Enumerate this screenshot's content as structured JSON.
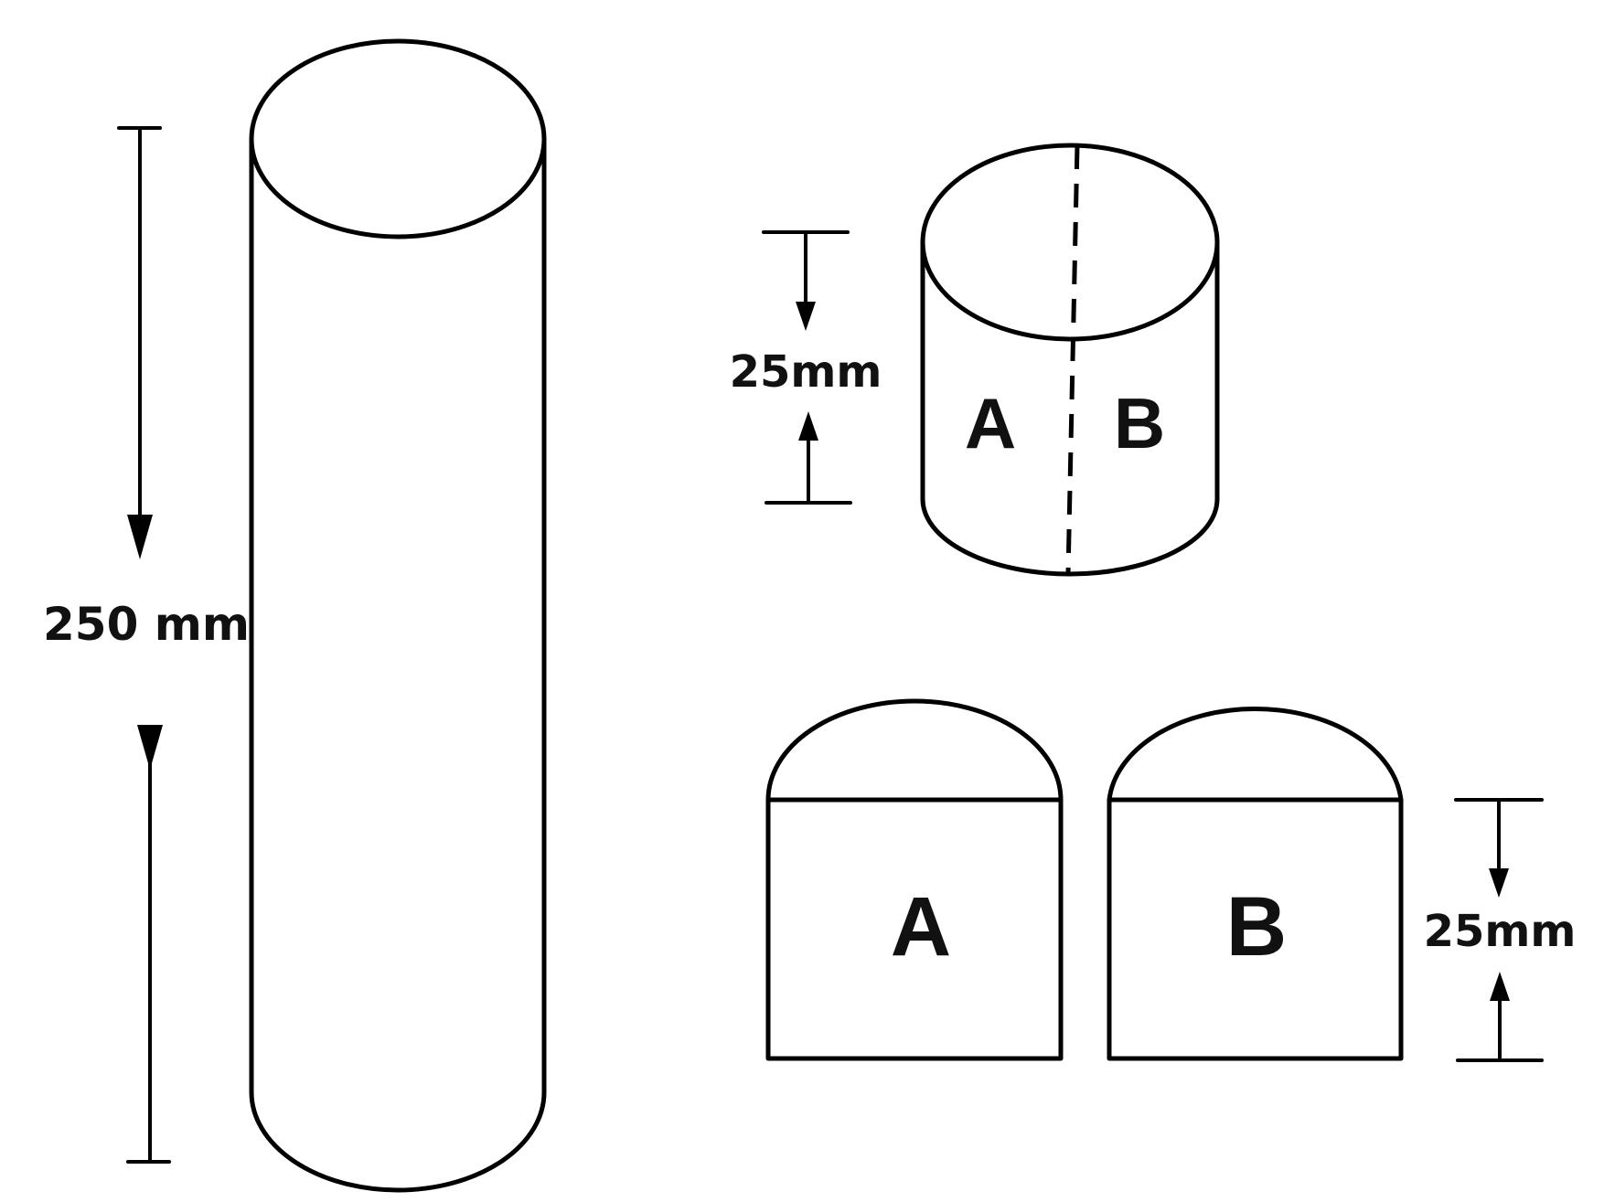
{
  "dimensions": {
    "long_specimen_length": "250 mm",
    "short_specimen_length": "25mm",
    "halves_length": "25mm"
  },
  "short_specimen_labels": {
    "left": "A",
    "right": "B"
  },
  "halves_labels": {
    "left": "A",
    "right": "B"
  },
  "colors": {
    "line": "#000000",
    "background": "#ffffff"
  }
}
